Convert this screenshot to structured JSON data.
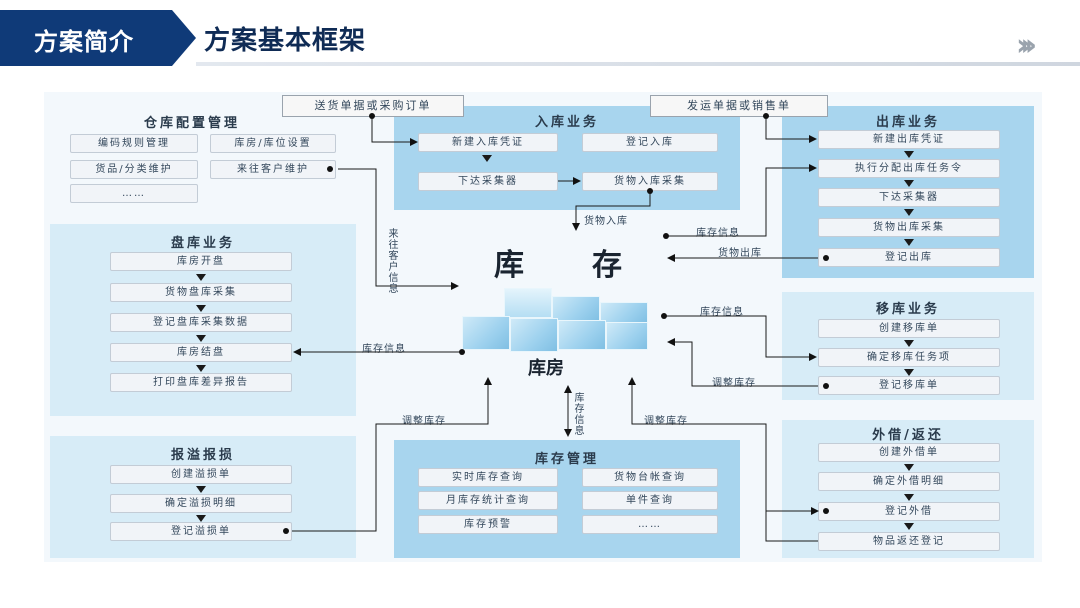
{
  "header": {
    "section_label": "方案简介",
    "title": "方案基本框架"
  },
  "notes": {
    "purchase": "送货单据或采购订单",
    "shipping": "发运单据或销售单"
  },
  "panels": {
    "warehouse_config": {
      "title": "仓库配置管理",
      "items": [
        "编码规则管理",
        "库房/库位设置",
        "货品/分类维护",
        "来往客户维护",
        "……"
      ]
    },
    "inbound": {
      "title": "入库业务",
      "items": [
        "新建入库凭证",
        "登记入库",
        "下达采集器",
        "货物入库采集"
      ]
    },
    "outbound": {
      "title": "出库业务",
      "items": [
        "新建出库凭证",
        "执行分配出库任务令",
        "下达采集器",
        "货物出库采集",
        "登记出库"
      ]
    },
    "stocktake": {
      "title": "盘库业务",
      "items": [
        "库房开盘",
        "货物盘库采集",
        "登记盘库采集数据",
        "库房结盘",
        "打印盘库差异报告"
      ]
    },
    "transfer": {
      "title": "移库业务",
      "items": [
        "创建移库单",
        "确定移库任务项",
        "登记移库单"
      ]
    },
    "overflow_loss": {
      "title": "报溢报损",
      "items": [
        "创建溢损单",
        "确定溢损明细",
        "登记溢损单"
      ]
    },
    "inventory_mgmt": {
      "title": "库存管理",
      "items": [
        "实时库存查询",
        "货物台帐查询",
        "月库存统计查询",
        "单件查询",
        "库存预警",
        "……"
      ]
    },
    "lend_return": {
      "title": "外借/返还",
      "items": [
        "创建外借单",
        "确定外借明细",
        "登记外借",
        "物品返还登记"
      ]
    }
  },
  "center": {
    "inventory_char1": "库",
    "inventory_char2": "存",
    "warehouse_label": "库房"
  },
  "link_labels": {
    "goods_in": "货物入库",
    "stock_info_outbound": "库存信息",
    "goods_out": "货物出库",
    "stock_info_transfer": "库存信息",
    "adjust_transfer": "调整库存",
    "stock_info_stocktake": "库存信息",
    "adjust_overflow": "调整库存",
    "adjust_lend": "调整库存",
    "customer_info": "来往客户信息",
    "stock_info_mgmt": "库存信息"
  }
}
